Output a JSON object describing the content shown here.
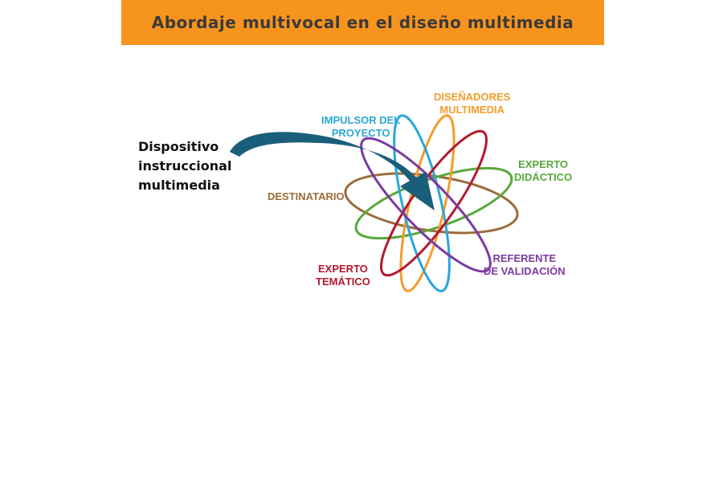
{
  "title": "Abordaje multivocal en el diseño multimedia",
  "colors": {
    "banner_bg": "#F7941D",
    "banner_text": "#3A3A3A",
    "arrow": "#1B5E7A",
    "roles": {
      "disenadores": "#F39C2B",
      "impulsor": "#29A7D8",
      "experto_didactico": "#58A83C",
      "destinatario": "#9B6B3C",
      "experto_tematico": "#B3192E",
      "referente": "#7B3AA0"
    }
  },
  "device": {
    "lines": [
      "Dispositivo",
      "instruccional",
      "multimedia"
    ]
  },
  "roles": {
    "disenadores": {
      "lines": [
        "DISEÑADORES",
        "MULTIMEDIA"
      ]
    },
    "impulsor": {
      "lines": [
        "IMPULSOR DEL",
        "PROYECTO"
      ]
    },
    "experto_didactico": {
      "lines": [
        "EXPERTO",
        "DIDÁCTICO"
      ]
    },
    "destinatario": {
      "lines": [
        "DESTINATARIO"
      ]
    },
    "experto_tematico": {
      "lines": [
        "EXPERTO",
        "TEMÁTICO"
      ]
    },
    "referente": {
      "lines": [
        "REFERENTE",
        "DE VALIDACIÓN"
      ]
    }
  }
}
